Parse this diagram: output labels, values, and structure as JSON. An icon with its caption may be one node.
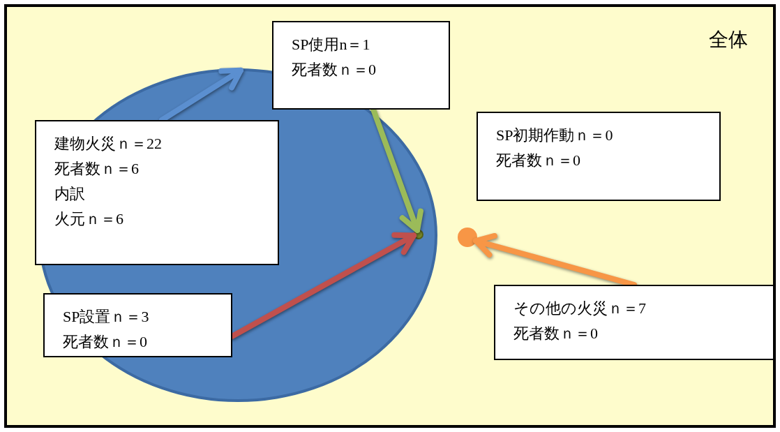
{
  "diagram": {
    "nodes": [
      {
        "text": [
          "全体"
        ]
      },
      {
        "text": [],
        "shape": "circle",
        "in": 0
      },
      {
        "text": [
          "建物火災ｎ＝22",
          "死者数ｎ＝6",
          "内訳",
          "火元ｎ＝6"
        ],
        "in": 1
      },
      {
        "text": [
          "SP使用n＝1",
          "死者数ｎ＝0"
        ],
        "in": 0
      },
      {
        "text": [
          "SP初期作動ｎ＝0",
          "死者数ｎ＝0"
        ],
        "in": 0
      },
      {
        "text": [],
        "shape": "circle",
        "in": 1
      },
      {
        "text": [
          "SP設置ｎ＝3",
          "死者数ｎ＝0"
        ],
        "in": 1
      },
      {
        "text": [],
        "shape": "circle",
        "in": 0
      },
      {
        "text": [
          "その他の火災ｎ＝7",
          "死者数ｎ＝0"
        ],
        "in": 0
      }
    ],
    "edges": [
      {
        "from": 2,
        "to": 1,
        "arrow": "to",
        "color": "#5b8fd0"
      },
      {
        "from": 3,
        "to": 5,
        "arrow": "to",
        "color": "#9bbb59"
      },
      {
        "from": 6,
        "to": 5,
        "arrow": "to",
        "color": "#c0504d"
      },
      {
        "from": 8,
        "to": 7,
        "arrow": "to",
        "color": "#f79646"
      }
    ]
  }
}
